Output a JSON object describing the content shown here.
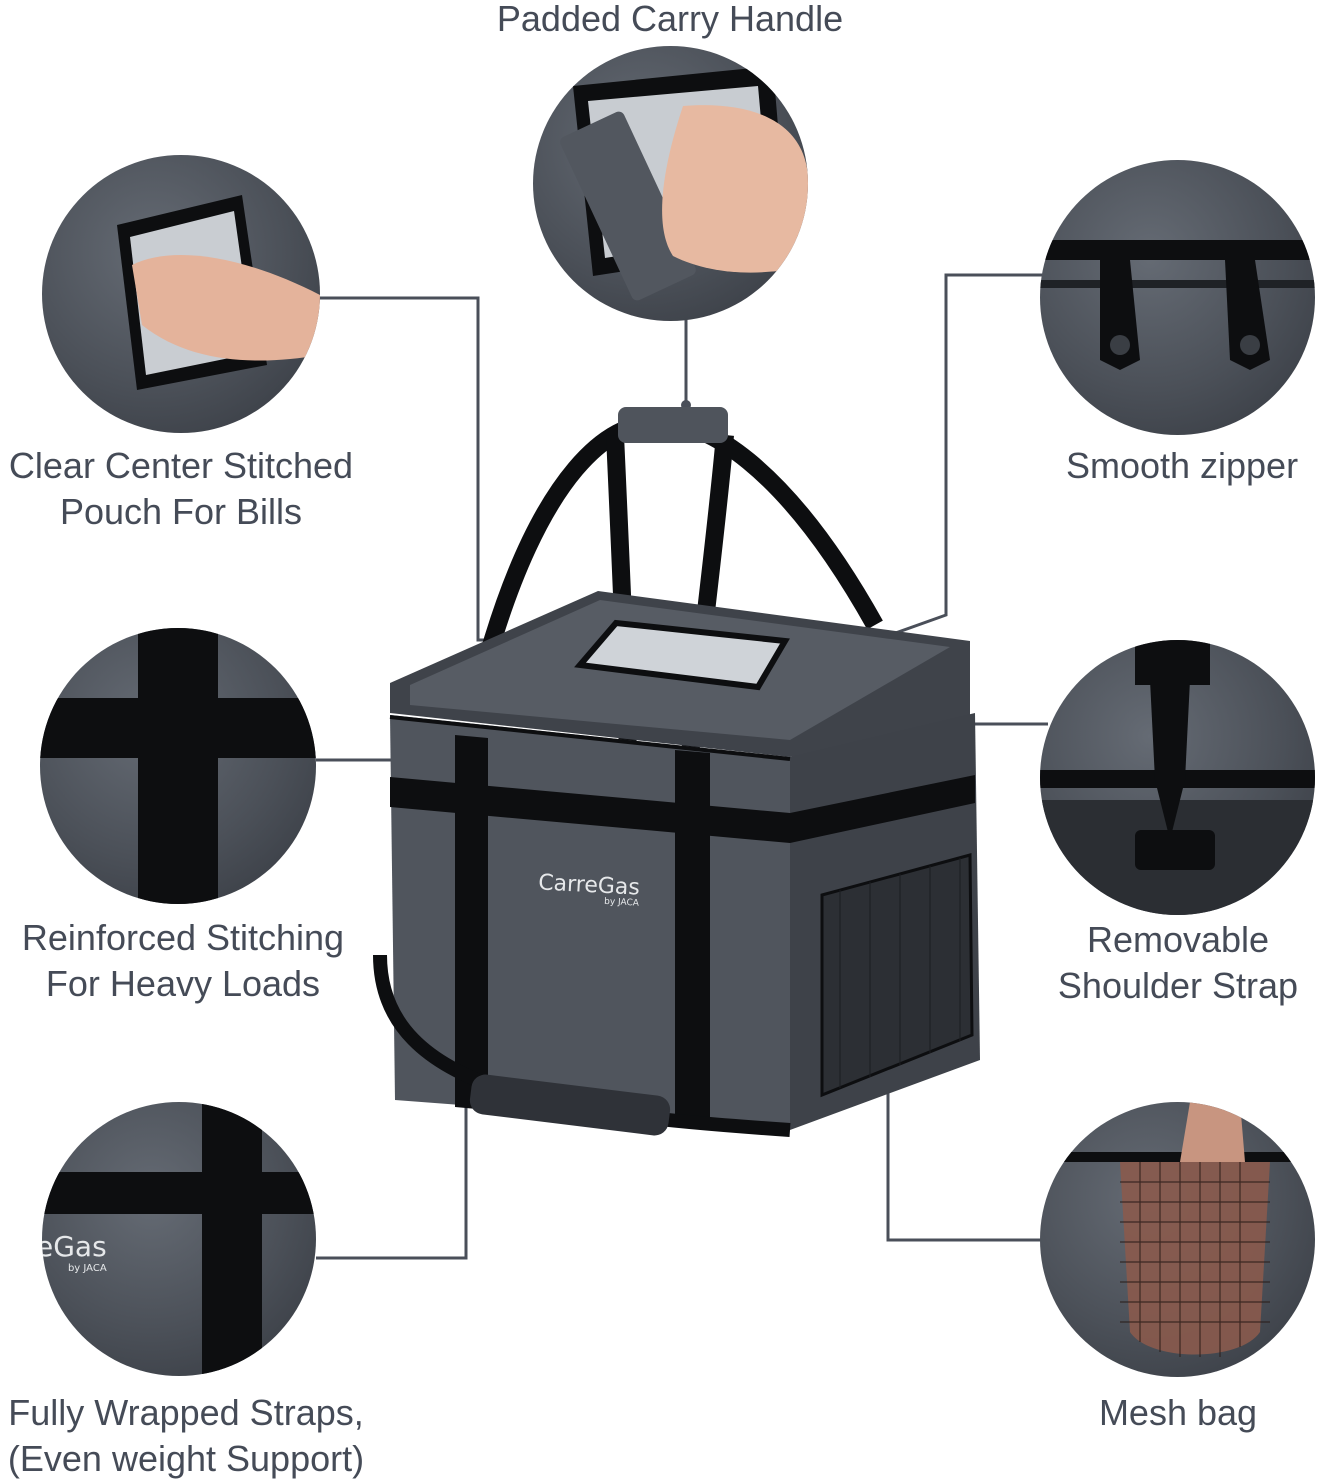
{
  "callouts": {
    "handle": "Padded Carry Handle",
    "pouch": [
      "Clear Center Stitched",
      "Pouch For Bills"
    ],
    "zipper": "Smooth zipper",
    "stitching": [
      "Reinforced Stitching",
      "For Heavy Loads"
    ],
    "shoulder": [
      "Removable",
      "Shoulder Strap"
    ],
    "straps": [
      "Fully Wrapped Straps,",
      "(Even weight Support)"
    ],
    "mesh": "Mesh bag"
  },
  "bag": {
    "brand": "CarreGas",
    "sub_brand": "by JACA"
  },
  "straps_circle": {
    "brand_fragment": "eGas",
    "sub_brand": "by JACA"
  },
  "colors": {
    "fabric": "#4b5058",
    "strap": "#0d0e10",
    "label_text": "#454b57",
    "connector": "#4a4f59"
  }
}
